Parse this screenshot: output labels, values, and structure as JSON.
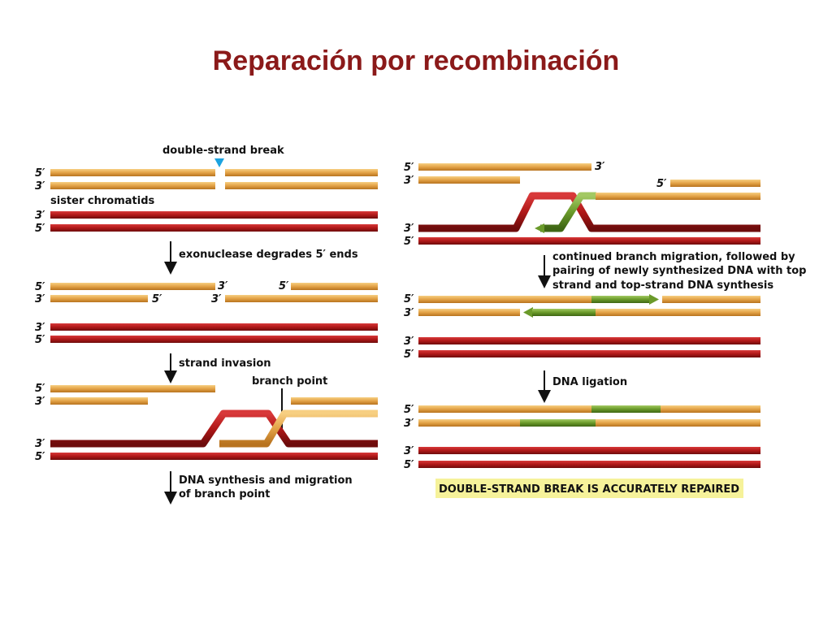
{
  "title": "Reparación por recombinación",
  "colors": {
    "orange_strand": "#e0a040",
    "red_strand": "#b01818",
    "green_strand": "#6a9a2a",
    "break_marker": "#1ca3e0",
    "banner_bg": "#f6f29a",
    "title": "#8b1a1a"
  },
  "ends": {
    "five": "5′",
    "three": "3′"
  },
  "labels": {
    "double_strand_break": "double-strand break",
    "sister_chromatids": "sister chromatids",
    "exonuclease": "exonuclease degrades 5′ ends",
    "strand_invasion": "strand invasion",
    "branch_point": "branch point",
    "synthesis_line1": "DNA synthesis and migration",
    "synthesis_line2": "of branch point",
    "continued_line1": "continued branch migration, followed by",
    "continued_line2": "pairing of newly synthesized DNA with top",
    "continued_line3": "strand and top-strand DNA synthesis",
    "ligation": "DNA ligation",
    "result": "DOUBLE-STRAND BREAK IS ACCURATELY REPAIRED"
  }
}
